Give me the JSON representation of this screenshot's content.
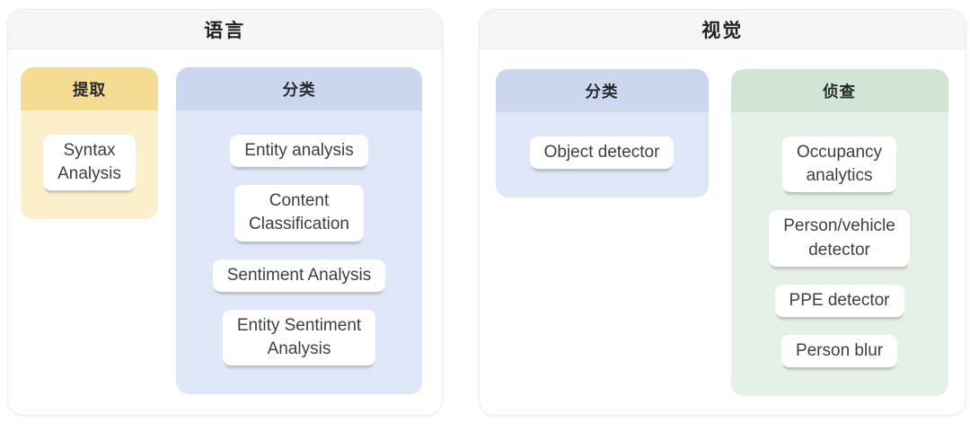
{
  "panels": [
    {
      "title": "语言",
      "cards": [
        {
          "title": "提取",
          "theme": "yellow",
          "items": [
            "Syntax\nAnalysis"
          ]
        },
        {
          "title": "分类",
          "theme": "blue",
          "items": [
            "Entity analysis",
            "Content\nClassification",
            "Sentiment Analysis",
            "Entity Sentiment\nAnalysis"
          ]
        }
      ]
    },
    {
      "title": "视觉",
      "cards": [
        {
          "title": "分类",
          "theme": "blue",
          "items": [
            "Object detector"
          ]
        },
        {
          "title": "侦查",
          "theme": "green",
          "items": [
            "Occupancy\nanalytics",
            "Person/vehicle\ndetector",
            "PPE detector",
            "Person blur"
          ]
        }
      ]
    }
  ],
  "colors": {
    "panel_header_bg": "#f4f5f6",
    "yellow_header": "#f5dc92",
    "yellow_body": "#fbf0cb",
    "blue_header": "#ccd7ef",
    "blue_body": "#dfe6f8",
    "green_header": "#d2e4d3",
    "green_body": "#e4efe5",
    "chip_bg": "#ffffff",
    "text": "#3c4043"
  }
}
